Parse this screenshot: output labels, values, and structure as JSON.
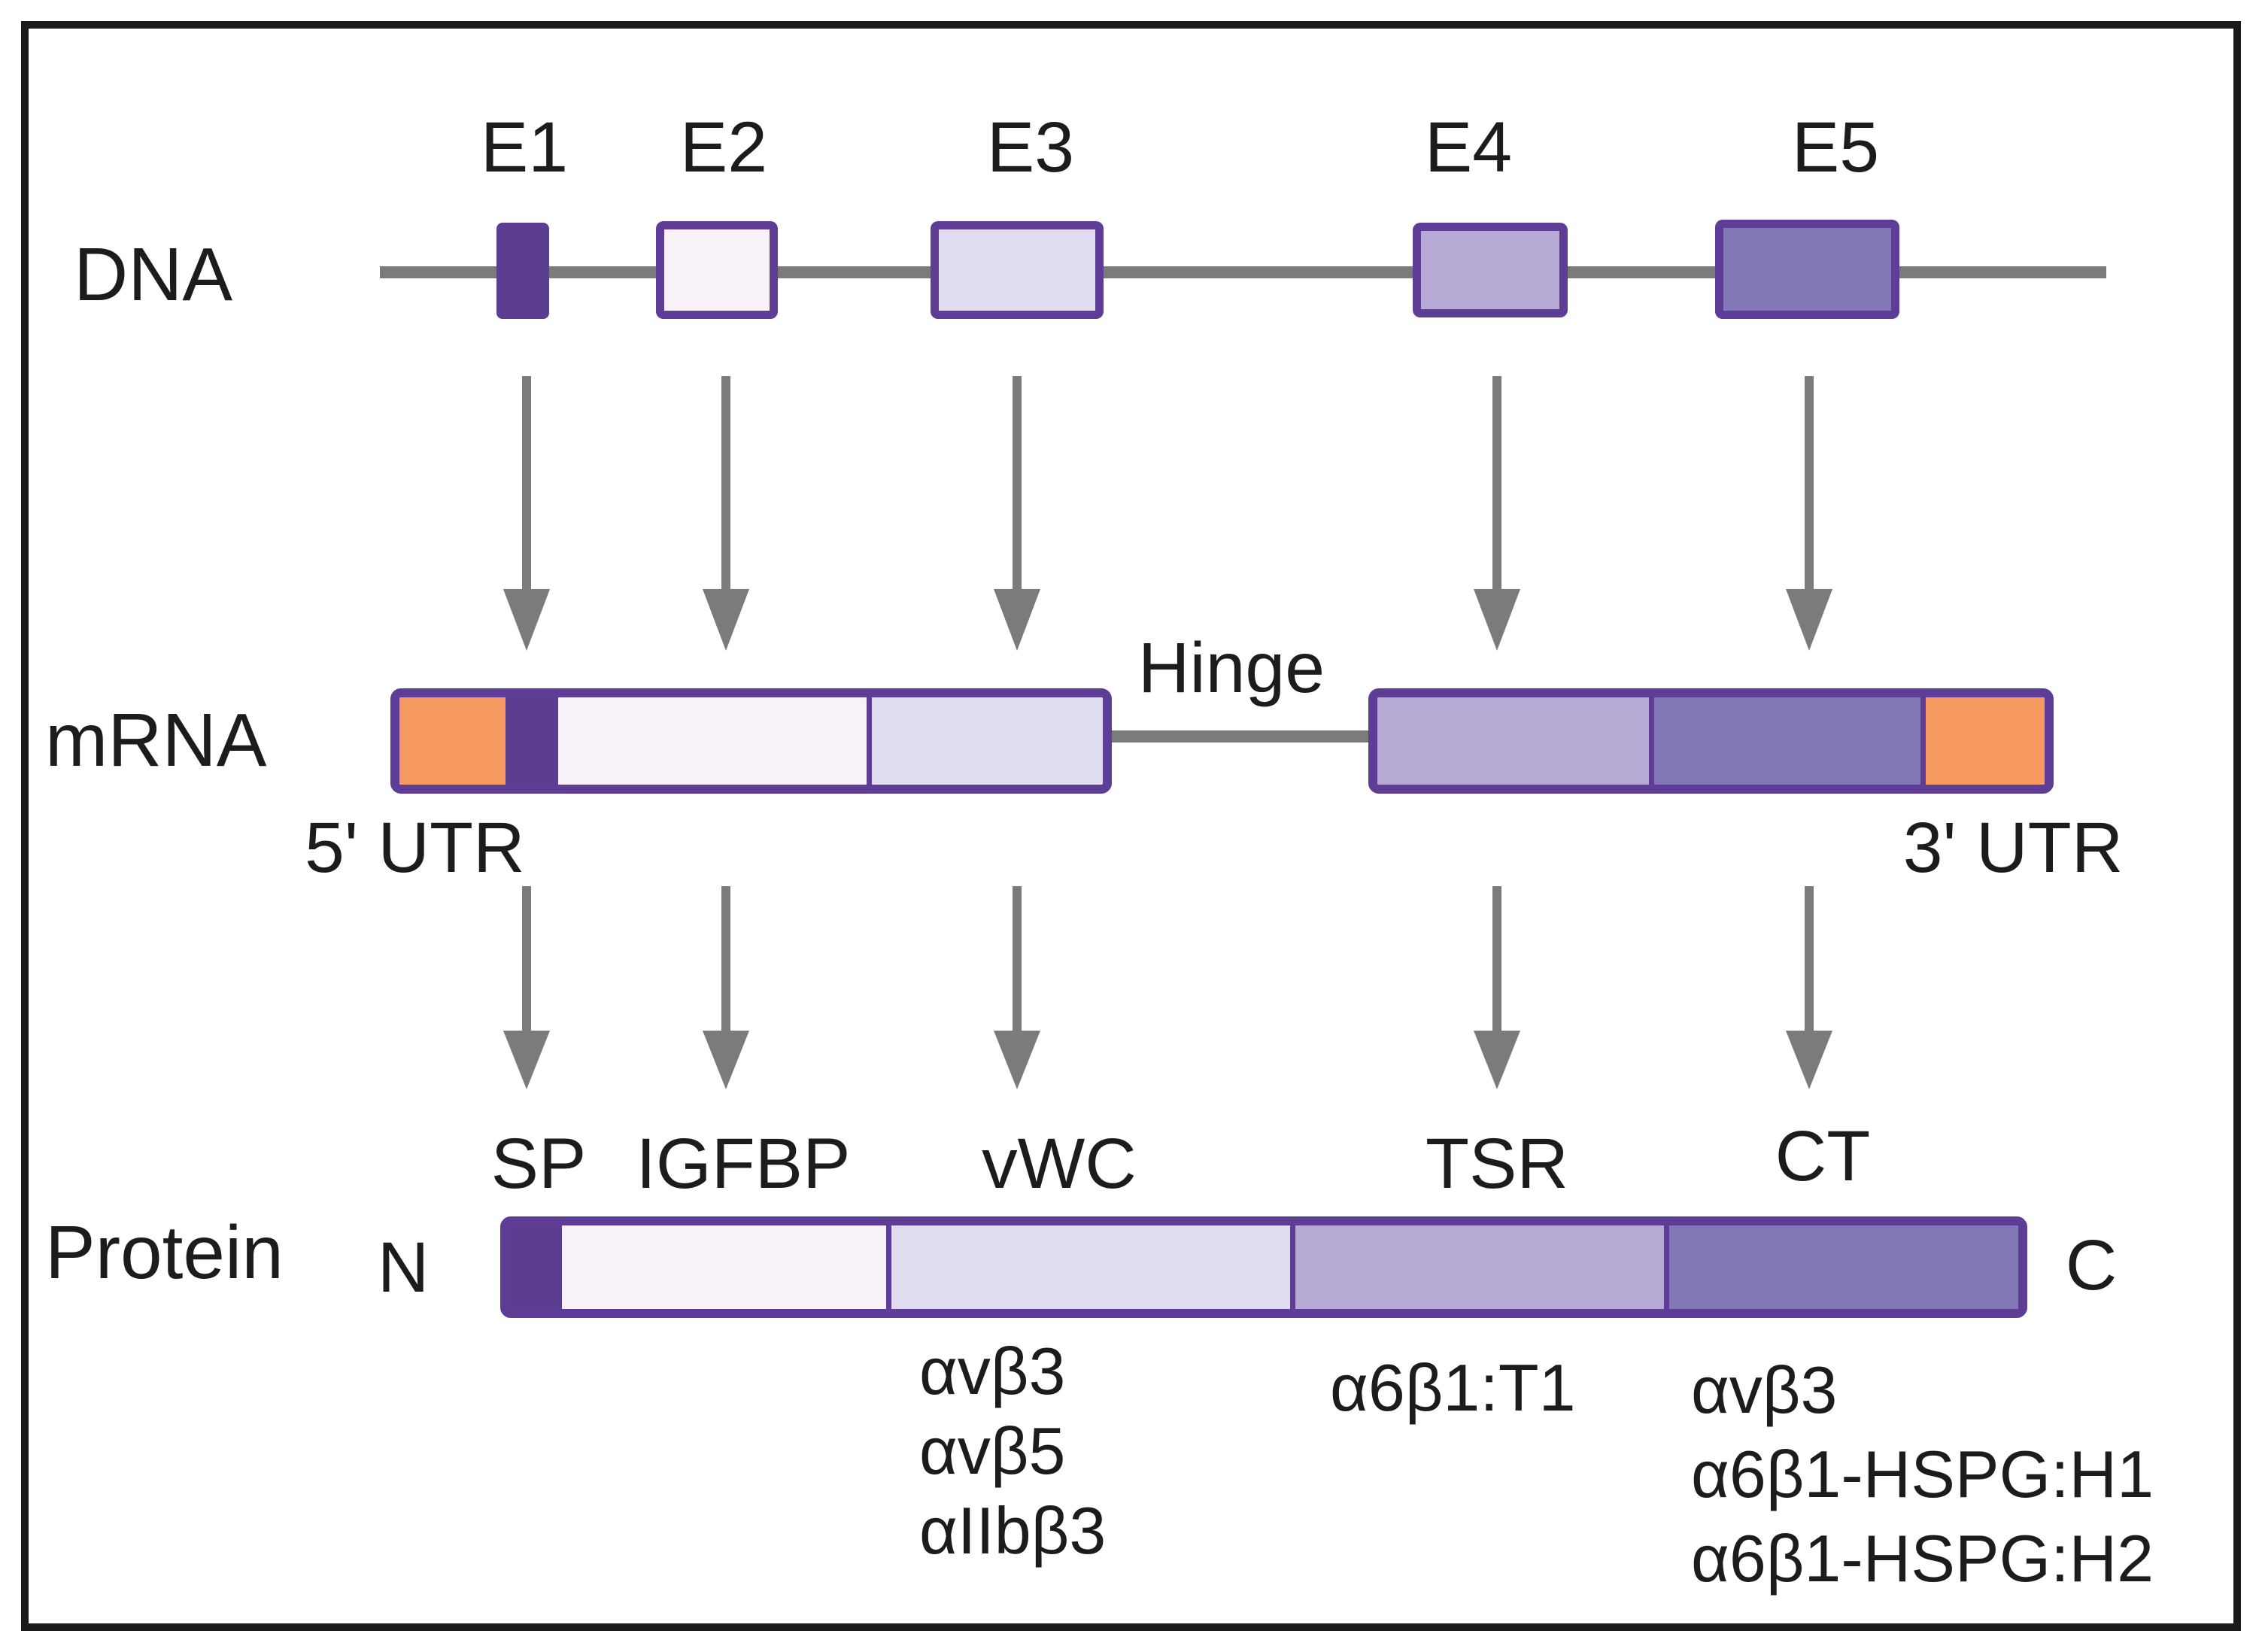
{
  "figure": {
    "row_labels": {
      "dna": "DNA",
      "mrna": "mRNA",
      "protein": "Protein"
    },
    "dna": {
      "exon_labels": [
        "E1",
        "E2",
        "E3",
        "E4",
        "E5"
      ]
    },
    "mrna": {
      "utr5_label": "5' UTR",
      "utr3_label": "3' UTR",
      "hinge_label": "Hinge"
    },
    "protein": {
      "n_terminus": "N",
      "c_terminus": "C",
      "domain_labels": [
        "SP",
        "IGFBP",
        "vWC",
        "TSR",
        "CT"
      ]
    },
    "binding_partners": {
      "vwc": [
        "αvβ3",
        "αvβ5",
        "αIIbβ3"
      ],
      "tsr": [
        "α6β1:T1"
      ],
      "ct": [
        "αvβ3",
        "α6β1-HSPG:H1",
        "α6β1-HSPG:H2"
      ]
    },
    "colors": {
      "exon1_dark_purple": "#5b3e90",
      "exon2_pale": "#f8f1f8",
      "exon3_lavender": "#e0dcf0",
      "exon4_medium_lavender": "#b6a9d4",
      "exon5_deep_purple": "#8278b7",
      "utr_orange": "#f79a62",
      "outline_purple": "#5d3d96",
      "line_gray": "#7b7b7b",
      "frame_black": "#1a1a1a"
    }
  }
}
